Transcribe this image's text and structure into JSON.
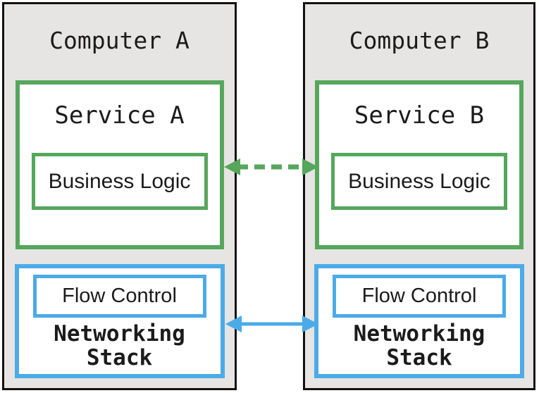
{
  "diagram": {
    "computers": [
      {
        "title": "Computer A",
        "service": {
          "title": "Service A",
          "component": "Business Logic"
        },
        "network": {
          "title": "Networking Stack",
          "component": "Flow Control"
        }
      },
      {
        "title": "Computer B",
        "service": {
          "title": "Service B",
          "component": "Business Logic"
        },
        "network": {
          "title": "Networking Stack",
          "component": "Flow Control"
        }
      }
    ],
    "links": [
      {
        "name": "service-to-service",
        "style": "dashed",
        "color": "#56a65c"
      },
      {
        "name": "network-to-network",
        "style": "solid",
        "color": "#4babe8"
      }
    ],
    "colors": {
      "service_border": "#56a65c",
      "network_border": "#4babe8",
      "computer_background": "#e6e5e3",
      "computer_border": "#121212",
      "box_background": "#ffffff",
      "text": "#1b1b1b"
    }
  }
}
